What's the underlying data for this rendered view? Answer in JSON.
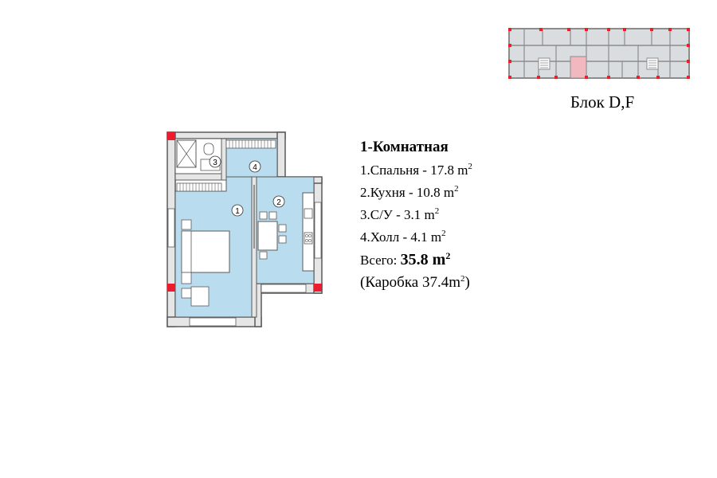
{
  "keyplan": {
    "block_label": "Блок D,F",
    "colors": {
      "wall": "#9a9a9a",
      "room": "#d9dde0",
      "highlight": "#f2b8bf",
      "marker": "#e8202a"
    }
  },
  "plan": {
    "colors": {
      "room": "#b9dcef",
      "wall": "#5a5a5a",
      "wall_fill": "#e6e6e6",
      "marker": "#ec1c2e"
    },
    "room_numbers": [
      "1",
      "2",
      "3",
      "4"
    ]
  },
  "legend": {
    "title": "1-Комнатная",
    "rooms": [
      {
        "name": "1.Спальня - 17.8 m",
        "sup": "2"
      },
      {
        "name": "2.Кухня - 10.8 m",
        "sup": "2"
      },
      {
        "name": "3.С/У - 3.1 m",
        "sup": "2"
      },
      {
        "name": "4.Холл - 4.1 m",
        "sup": "2"
      }
    ],
    "total_label": "Всего: ",
    "total_value": "35.8 m",
    "total_sup": "2",
    "box_prefix": "(Каробка 37.4m",
    "box_sup": "2",
    "box_suffix": ")"
  }
}
